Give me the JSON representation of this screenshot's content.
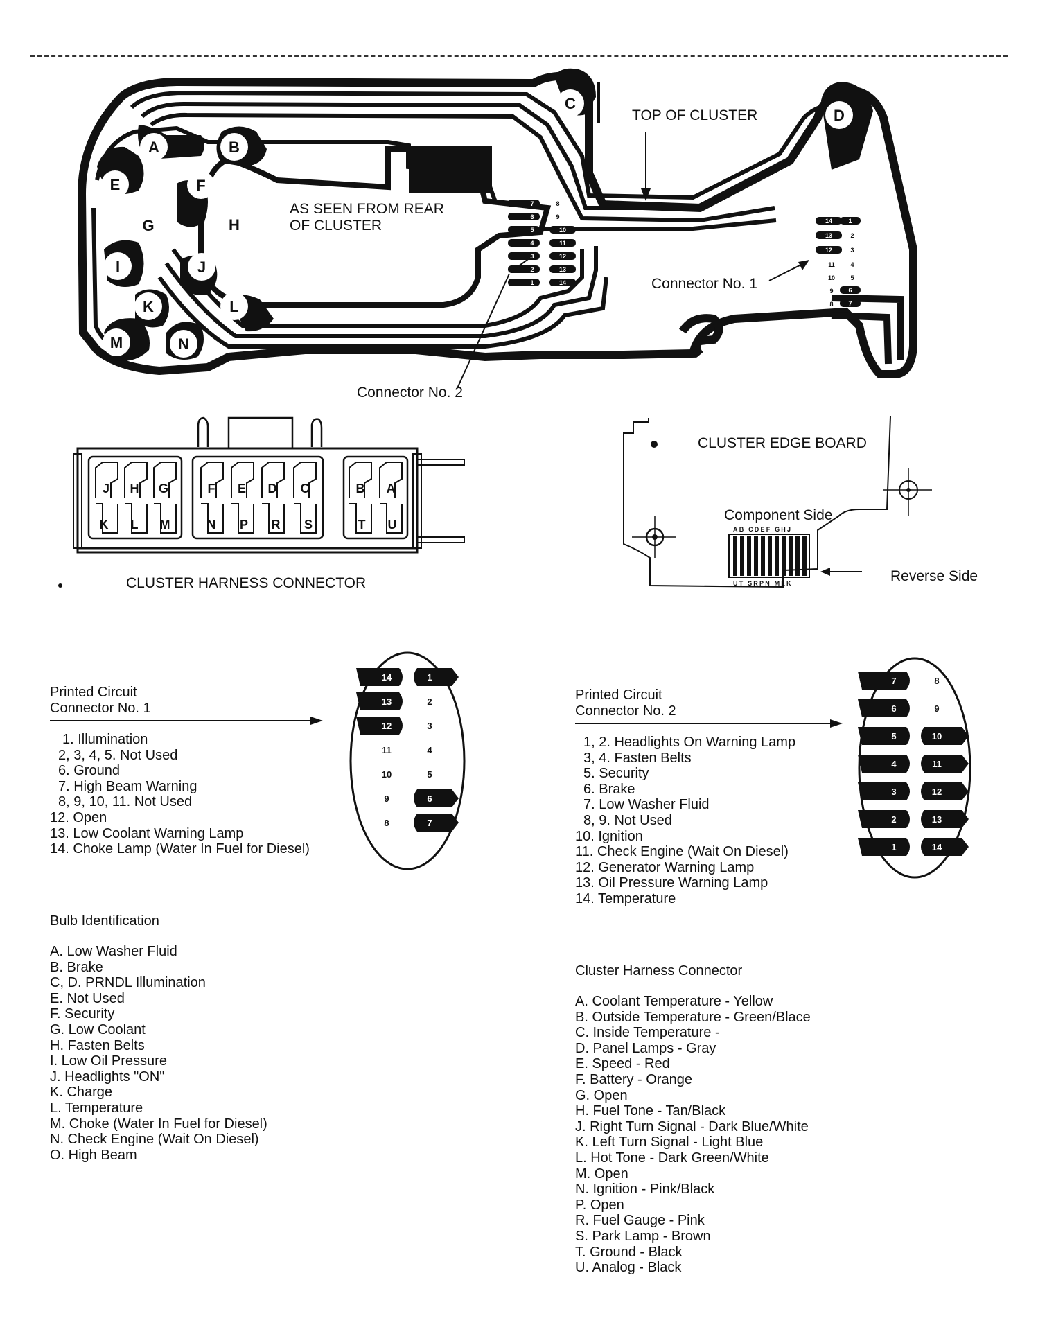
{
  "cluster_board": {
    "title_top": "TOP OF CLUSTER",
    "rear_view": [
      "AS SEEN FROM REAR",
      "OF CLUSTER"
    ],
    "connector1_label": "Connector No. 1",
    "connector2_label": "Connector No. 2",
    "bulb_letters": [
      "A",
      "B",
      "C",
      "D",
      "E",
      "F",
      "G",
      "H",
      "I",
      "J",
      "K",
      "L",
      "M",
      "N"
    ],
    "conn2_pins_left": [
      "7",
      "6",
      "5",
      "4",
      "3",
      "2",
      "1"
    ],
    "conn2_pins_right": [
      "8",
      "9",
      "10",
      "11",
      "12",
      "13",
      "14"
    ],
    "conn1_pins_left": [
      "14",
      "13",
      "12",
      "11",
      "10",
      "9",
      "8"
    ],
    "conn1_pins_right": [
      "1",
      "2",
      "3",
      "4",
      "5",
      "6",
      "7"
    ]
  },
  "harness_connector": {
    "title": "CLUSTER HARNESS CONNECTOR",
    "top_row": [
      "J",
      "H",
      "G",
      "F",
      "E",
      "D",
      "C",
      "B",
      "A"
    ],
    "bottom_row": [
      "K",
      "L",
      "M",
      "N",
      "P",
      "R",
      "S",
      "T",
      "U"
    ]
  },
  "edge_board": {
    "title": "CLUSTER EDGE BOARD",
    "component_side": "Component Side",
    "reverse_side": "Reverse Side",
    "component_letters": "AB CDEF GHJ",
    "reverse_letters": "UT SRPN MLK"
  },
  "pc_conn1": {
    "title": [
      "Printed Circuit",
      "Connector No. 1"
    ],
    "items": [
      "1.  Illumination",
      "2, 3, 4, 5.  Not Used",
      "6.  Ground",
      "7.  High Beam Warning",
      "8, 9, 10, 11.  Not Used",
      "12.  Open",
      "13.  Low Coolant Warning Lamp",
      "14.  Choke Lamp (Water In Fuel for Diesel)"
    ],
    "pins_left": [
      "14",
      "13",
      "12",
      "11",
      "10",
      "9",
      "8"
    ],
    "pins_right": [
      "1",
      "2",
      "3",
      "4",
      "5",
      "6",
      "7"
    ]
  },
  "pc_conn2": {
    "title": [
      "Printed Circuit",
      "Connector No. 2"
    ],
    "items": [
      "1, 2.  Headlights On Warning Lamp",
      "3, 4.  Fasten Belts",
      "5.  Security",
      "6.  Brake",
      "7.  Low Washer Fluid",
      "8, 9.  Not Used",
      "10.  Ignition",
      "11.  Check Engine (Wait On Diesel)",
      "12.  Generator Warning Lamp",
      "13.  Oil Pressure Warning Lamp",
      "14.  Temperature"
    ],
    "pins_left": [
      "7",
      "6",
      "5",
      "4",
      "3",
      "2",
      "1"
    ],
    "pins_right": [
      "8",
      "9",
      "10",
      "11",
      "12",
      "13",
      "14"
    ]
  },
  "bulb_id": {
    "title": "Bulb Identification",
    "items": [
      "A.  Low Washer Fluid",
      "B.  Brake",
      "C, D.  PRNDL Illumination",
      "E.  Not Used",
      "F.  Security",
      "G.  Low Coolant",
      "H.  Fasten Belts",
      "I.  Low Oil Pressure",
      "J.  Headlights \"ON\"",
      "K.  Charge",
      "L.  Temperature",
      "M.  Choke (Water In Fuel for Diesel)",
      "N.  Check Engine (Wait On Diesel)",
      "O.  High Beam"
    ]
  },
  "harness_list": {
    "title": "Cluster Harness Connector",
    "items": [
      "A.  Coolant Temperature  -  Yellow",
      "B.  Outside Temperature  -  Green/Blace",
      "C.  Inside Temperature  -",
      "D.  Panel Lamps  -  Gray",
      "E.  Speed  -  Red",
      "F.  Battery  -  Orange",
      "G.  Open",
      "H.  Fuel Tone  -  Tan/Black",
      "J.  Right Turn Signal  -  Dark Blue/White",
      "K.  Left Turn Signal  -  Light Blue",
      "L.  Hot Tone  -  Dark Green/White",
      "M.  Open",
      "N.  Ignition  -  Pink/Black",
      "P.  Open",
      "R.  Fuel Gauge  -  Pink",
      "S.  Park Lamp  -  Brown",
      "T.  Ground  -  Black",
      "U.  Analog  -  Black"
    ]
  }
}
